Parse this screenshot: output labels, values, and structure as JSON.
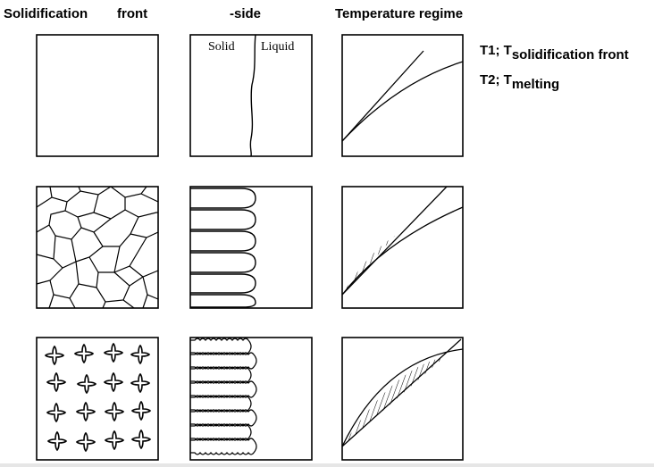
{
  "headers": {
    "solidification": "Solidification",
    "front": "front",
    "side": "-side",
    "temperature": "Temperature regime"
  },
  "panel_labels": {
    "solid": "Solid",
    "liquid": "Liquid"
  },
  "legend": {
    "t1_prefix": "T1; T",
    "t1_sub": "solidification front",
    "t2_prefix": "T2; T",
    "t2_sub": "melting"
  }
}
